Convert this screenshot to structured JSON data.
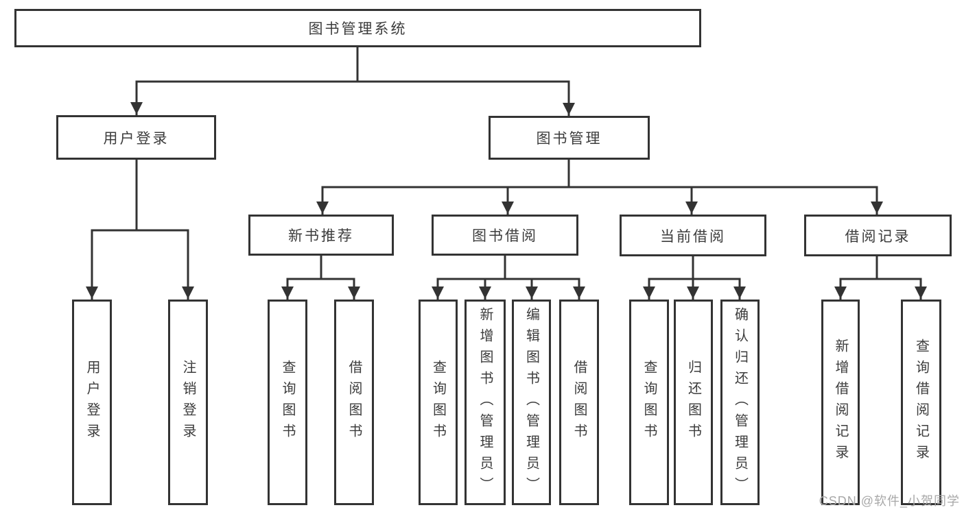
{
  "colors": {
    "line": "#333333",
    "text": "#3c3c3c",
    "watermark": "#a8a8a8",
    "background": "#ffffff"
  },
  "watermark": {
    "text": "CSDN @软件_小贺同学"
  },
  "diagram": {
    "type": "hierarchy-tree",
    "root": {
      "label": "图书管理系统"
    },
    "level2": [
      {
        "label": "用户登录"
      },
      {
        "label": "图书管理"
      }
    ],
    "level3": [
      {
        "label": "新书推荐",
        "parent": "图书管理"
      },
      {
        "label": "图书借阅",
        "parent": "图书管理"
      },
      {
        "label": "当前借阅",
        "parent": "图书管理"
      },
      {
        "label": "借阅记录",
        "parent": "图书管理"
      }
    ],
    "leaves": [
      {
        "label": "用户登录",
        "parent": "用户登录"
      },
      {
        "label": "注销登录",
        "parent": "用户登录"
      },
      {
        "label": "查询图书",
        "parent": "新书推荐"
      },
      {
        "label": "借阅图书",
        "parent": "新书推荐"
      },
      {
        "label": "查询图书",
        "parent": "图书借阅"
      },
      {
        "label": "新增图书（管理员）",
        "parent": "图书借阅"
      },
      {
        "label": "编辑图书（管理员）",
        "parent": "图书借阅"
      },
      {
        "label": "借阅图书",
        "parent": "图书借阅"
      },
      {
        "label": "查询图书",
        "parent": "当前借阅"
      },
      {
        "label": "归还图书",
        "parent": "当前借阅"
      },
      {
        "label": "确认归还（管理员）",
        "parent": "当前借阅"
      },
      {
        "label": "新增借阅记录",
        "parent": "借阅记录"
      },
      {
        "label": "查询借阅记录",
        "parent": "借阅记录"
      }
    ]
  }
}
